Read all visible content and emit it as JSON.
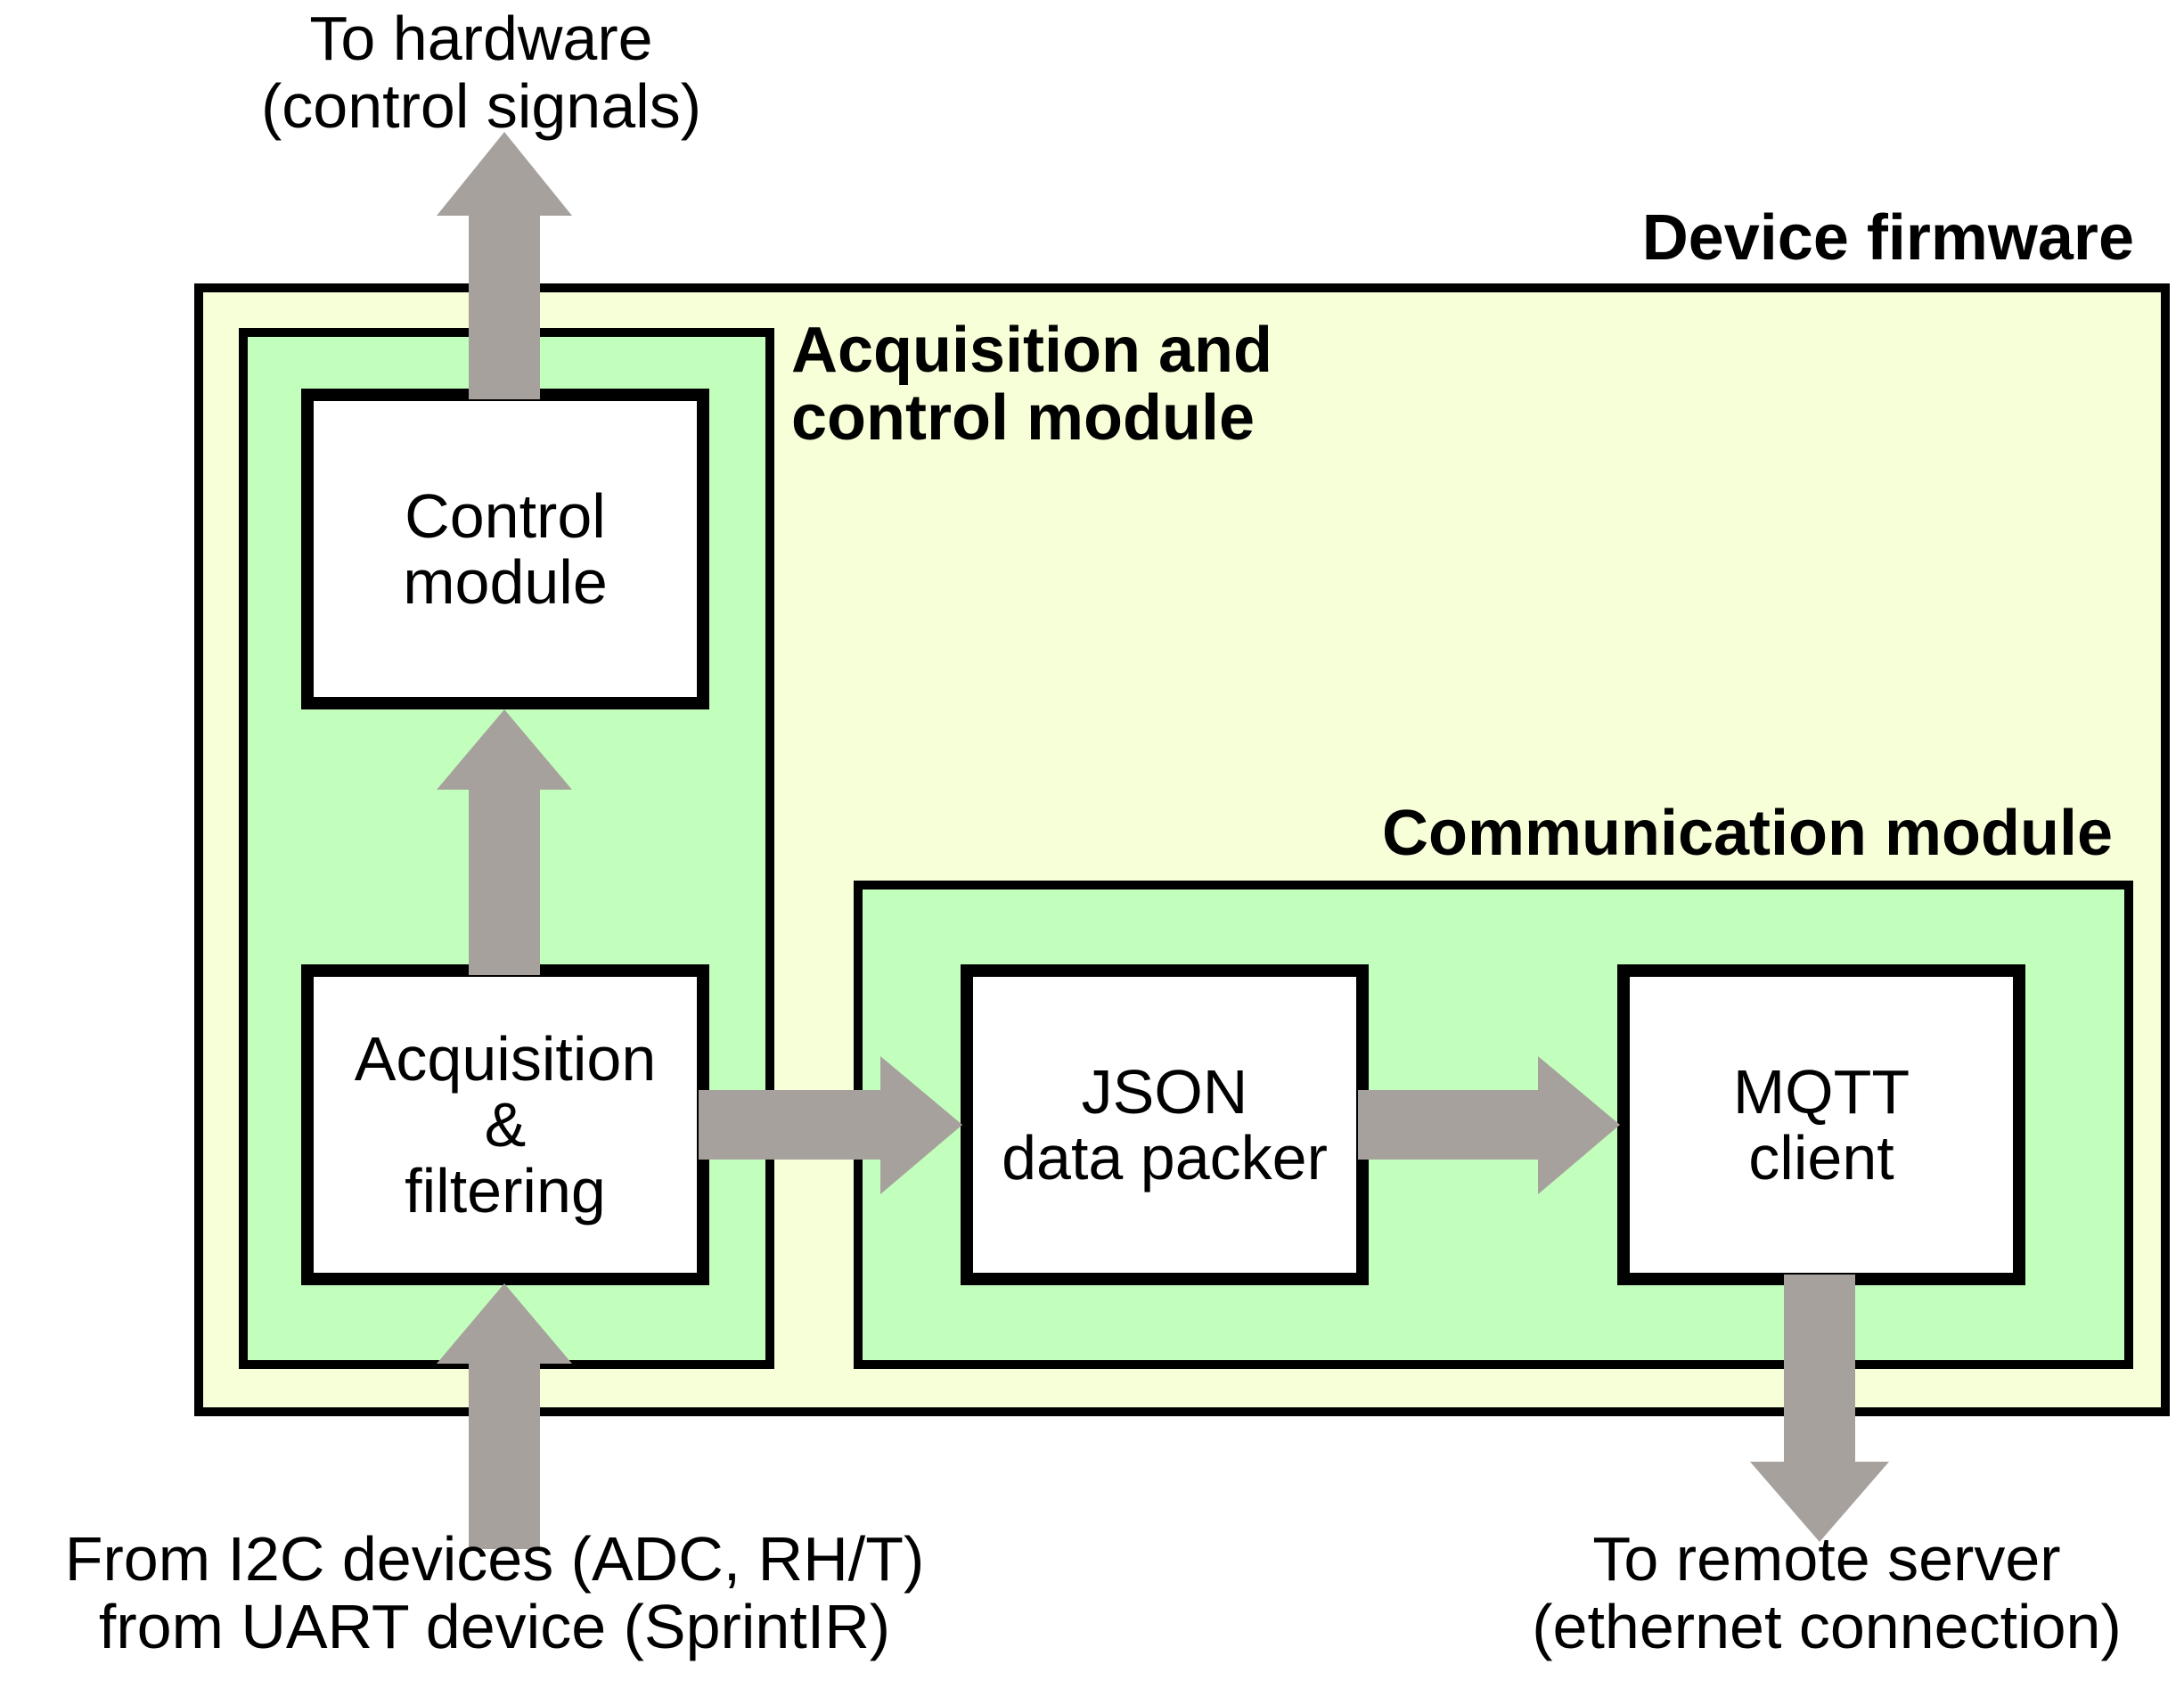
{
  "diagram": {
    "firmware_title": "Device firmware",
    "acquisition_region_title": "Acquisition and\ncontrol module",
    "communication_region_title": "Communication module",
    "blocks": {
      "control": "Control\nmodule",
      "acquisition": "Acquisition\n&\nfiltering",
      "json": "JSON\ndata packer",
      "mqtt": "MQTT\nclient"
    },
    "external": {
      "hardware": [
        "To hardware",
        "(control signals)"
      ],
      "sources": [
        "From I2C devices (ADC, RH/T)",
        "from UART device (SprintIR)"
      ],
      "server": [
        "To remote server",
        "(ethernet connection)"
      ]
    },
    "colors": {
      "firmware_fill": "#f6ffd8",
      "module_fill": "#c3ffbc",
      "arrow_fill": "#a7a19e",
      "outline": "#000000"
    }
  }
}
